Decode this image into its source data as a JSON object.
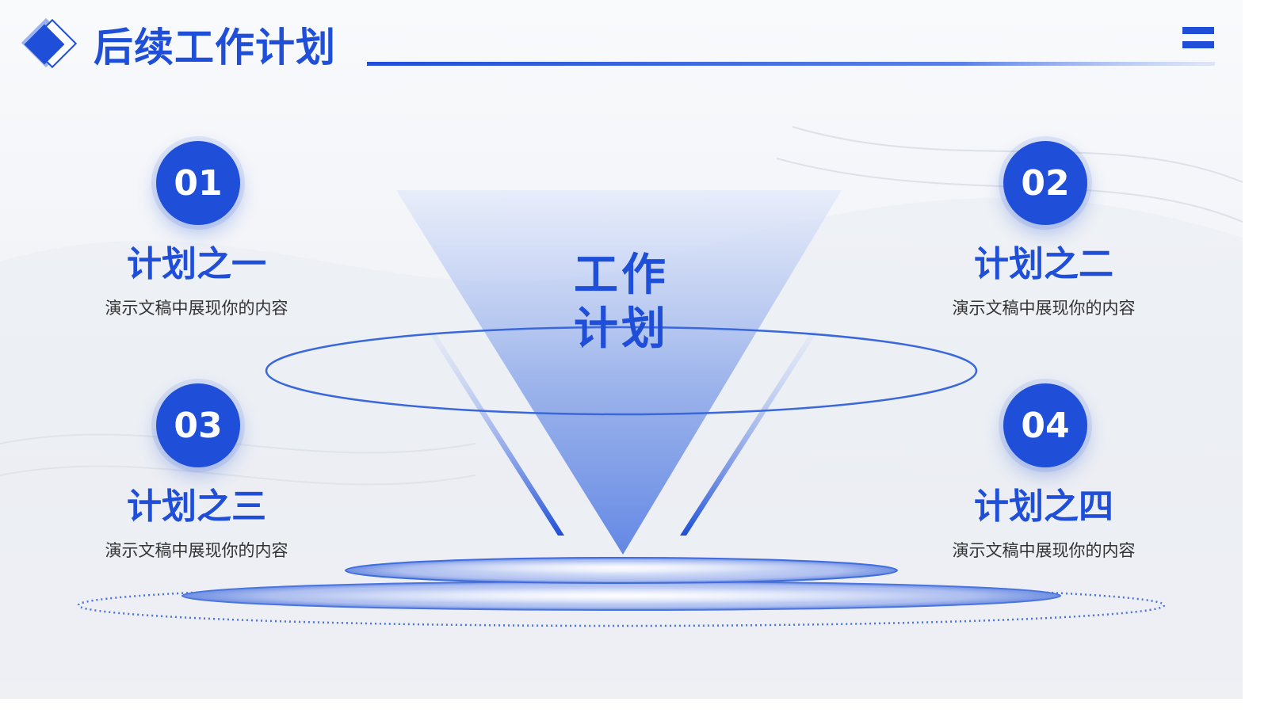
{
  "header": {
    "title": "后续工作计划"
  },
  "center": {
    "line1": "工作",
    "line2": "计划"
  },
  "plans": [
    {
      "number": "01",
      "title": "计划之一",
      "desc": "演示文稿中展现你的内容"
    },
    {
      "number": "02",
      "title": "计划之二",
      "desc": "演示文稿中展现你的内容"
    },
    {
      "number": "03",
      "title": "计划之三",
      "desc": "演示文稿中展现你的内容"
    },
    {
      "number": "04",
      "title": "计划之四",
      "desc": "演示文稿中展现你的内容"
    }
  ],
  "colors": {
    "accent": "#1f4fd8",
    "text": "#333333",
    "background": "#f4f5f8"
  },
  "icons": [
    "diamond-logo-icon",
    "menu-icon"
  ]
}
